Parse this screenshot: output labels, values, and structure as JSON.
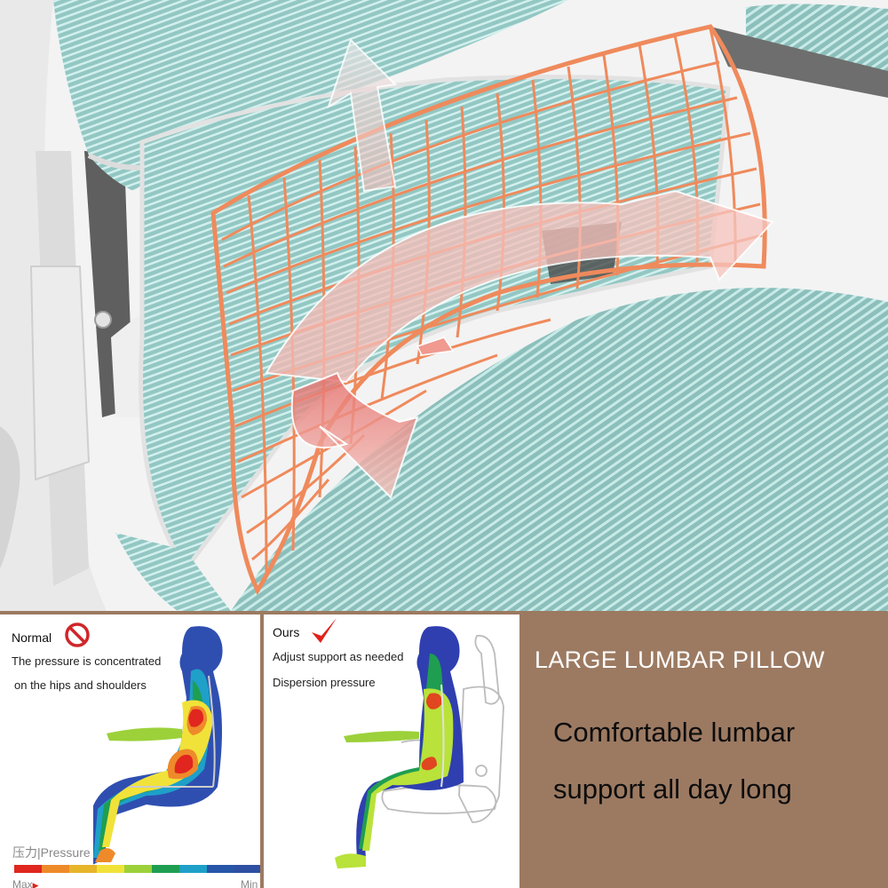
{
  "photo": {
    "subject": "ergonomic office chair with teal mesh backrest and large lumbar pillow",
    "colors": {
      "mesh": "#8fc3bf",
      "mesh_stripe": "#c9ecea",
      "grid": "#f08a5d",
      "arrow": "#f2a9a4",
      "frame": "#e6e6e6",
      "frame_dark": "#6b6b6b"
    }
  },
  "panels": {
    "normal": {
      "title": "Normal",
      "status_icon": "prohibited-icon",
      "lines": [
        "The pressure is concentrated",
        "on the hips and shoulders"
      ],
      "legend": {
        "label": "压力|Pressure",
        "max": "Max",
        "min": "Min",
        "colors": [
          "#e0261f",
          "#ee8a2a",
          "#e7b52a",
          "#f1e23a",
          "#9cd13a",
          "#1f9e52",
          "#1ea0c8",
          "#2756a8",
          "#2f4fa3"
        ]
      }
    },
    "ours": {
      "title": "Ours",
      "status_icon": "checkmark-icon",
      "lines": [
        "Adjust support as needed",
        "Dispersion pressure"
      ]
    }
  },
  "promo": {
    "headline": "LARGE LUMBAR PILLOW",
    "subline_1": "Comfortable lumbar",
    "subline_2": "support all day long",
    "background": "#9c7a62"
  }
}
